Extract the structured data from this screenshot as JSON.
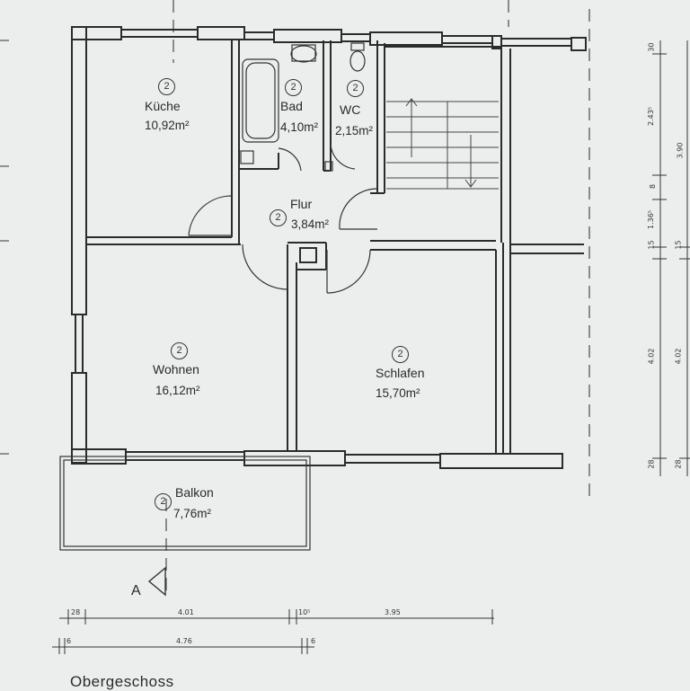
{
  "plan": {
    "floor_title": "Obergeschoss",
    "section_marker": "A",
    "rooms": [
      {
        "name": "Küche",
        "area": "10,92m²",
        "number": "2"
      },
      {
        "name": "Bad",
        "area": "4,10m²",
        "number": "2"
      },
      {
        "name": "WC",
        "area": "2,15m²",
        "number": "2"
      },
      {
        "name": "Flur",
        "area": "3,84m²",
        "number": "2"
      },
      {
        "name": "Wohnen",
        "area": "16,12m²",
        "number": "2"
      },
      {
        "name": "Schlafen",
        "area": "15,70m²",
        "number": "2"
      },
      {
        "name": "Balkon",
        "area": "7,76m²",
        "number": "2"
      }
    ],
    "dimensions_bottom_row1": [
      "28",
      "4.01",
      "10⁵",
      "3.95"
    ],
    "dimensions_bottom_row2": [
      "6",
      "4.76",
      "6"
    ],
    "dimensions_right_col1": [
      "30",
      "2.43⁵",
      "8",
      "1.36⁵",
      "15",
      "4.02",
      "28"
    ],
    "dimensions_right_col2": [
      "3.90",
      "15",
      "4.02",
      "28"
    ]
  }
}
